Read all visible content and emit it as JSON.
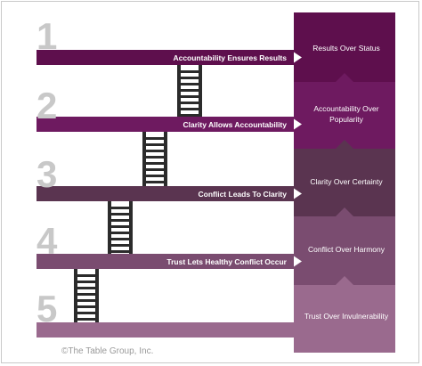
{
  "levels": [
    {
      "number": "1",
      "bar_label": "Accountability Ensures Results",
      "box_label": [
        "Results Over Status"
      ],
      "color": "#5e0f4d"
    },
    {
      "number": "2",
      "bar_label": "Clarity Allows Accountability",
      "box_label": [
        "Accountability Over",
        "Popularity"
      ],
      "color": "#6e1a60"
    },
    {
      "number": "3",
      "bar_label": "Conflict Leads To Clarity",
      "box_label": [
        "Clarity Over Certainty"
      ],
      "color": "#5a3450"
    },
    {
      "number": "4",
      "bar_label": "Trust Lets Healthy Conflict Occur",
      "box_label": [
        "Conflict Over Harmony"
      ],
      "color": "#7a4c70"
    },
    {
      "number": "5",
      "bar_label": "",
      "box_label": [
        "Trust Over Invulnerability"
      ],
      "color": "#9a6a8e"
    }
  ],
  "colors": {
    "number": "#c8c8c8",
    "ladder": "#2b2b2b",
    "label_text": "#ffffff"
  },
  "copyright": "©The Table Group, Inc."
}
